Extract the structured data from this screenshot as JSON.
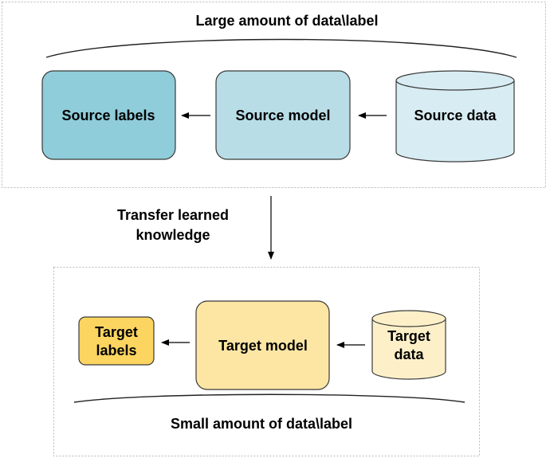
{
  "source_section": {
    "title": "Large amount of data\\label",
    "labels_box": "Source labels",
    "model_box": "Source model",
    "data_box": "Source data"
  },
  "transfer": {
    "line1": "Transfer learned",
    "line2": "knowledge"
  },
  "target_section": {
    "title": "Small amount of data\\label",
    "labels_line1": "Target",
    "labels_line2": "labels",
    "model_box": "Target model",
    "data_line1": "Target",
    "data_line2": "data"
  },
  "colors": {
    "source_labels_fill": "#8ecdd9",
    "source_model_fill": "#b8dde7",
    "source_data_fill": "#d8edf3",
    "target_labels_fill": "#fcd460",
    "target_model_fill": "#fde6a4",
    "target_data_fill": "#fdf0c9",
    "stroke": "#3a3a3a",
    "frame": "#b8b8b8"
  }
}
